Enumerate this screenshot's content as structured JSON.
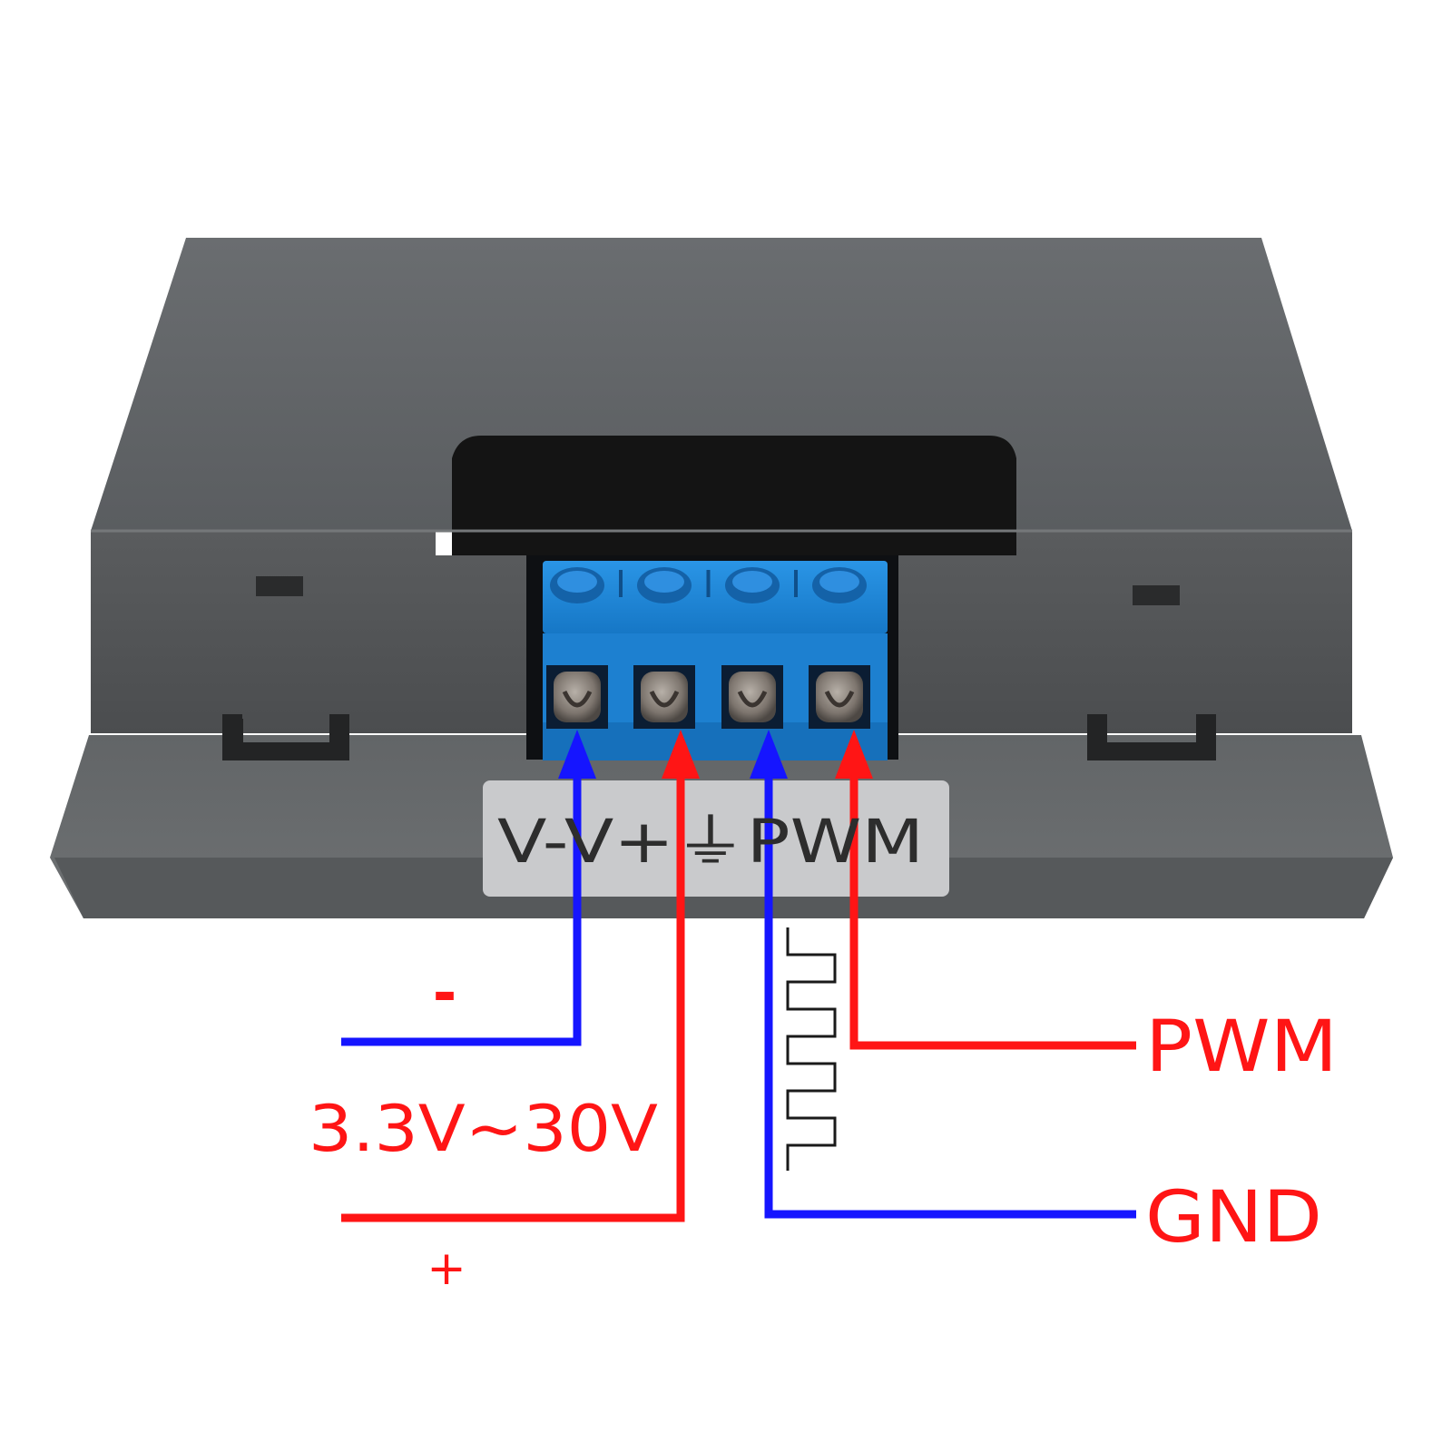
{
  "device_label": {
    "text": "V-V+⏚PWM",
    "parts": [
      "V-",
      "V+",
      "⏚",
      "PWM"
    ]
  },
  "annotations": {
    "minus": "-",
    "voltage_range": "3.3V~30V",
    "plus": "+",
    "pwm": "PWM",
    "gnd": "GND"
  },
  "icons": {
    "ground_symbol": "ground-icon",
    "square_wave": "square-wave-icon"
  },
  "colors": {
    "case": "#5d6062",
    "case_dark": "#4a4c4e",
    "terminal_block": "#1a86d6",
    "wire_negative": "#1515ff",
    "wire_positive": "#ff1515",
    "annotation_text": "#ff1515",
    "label_plate": "#c9cacc"
  }
}
